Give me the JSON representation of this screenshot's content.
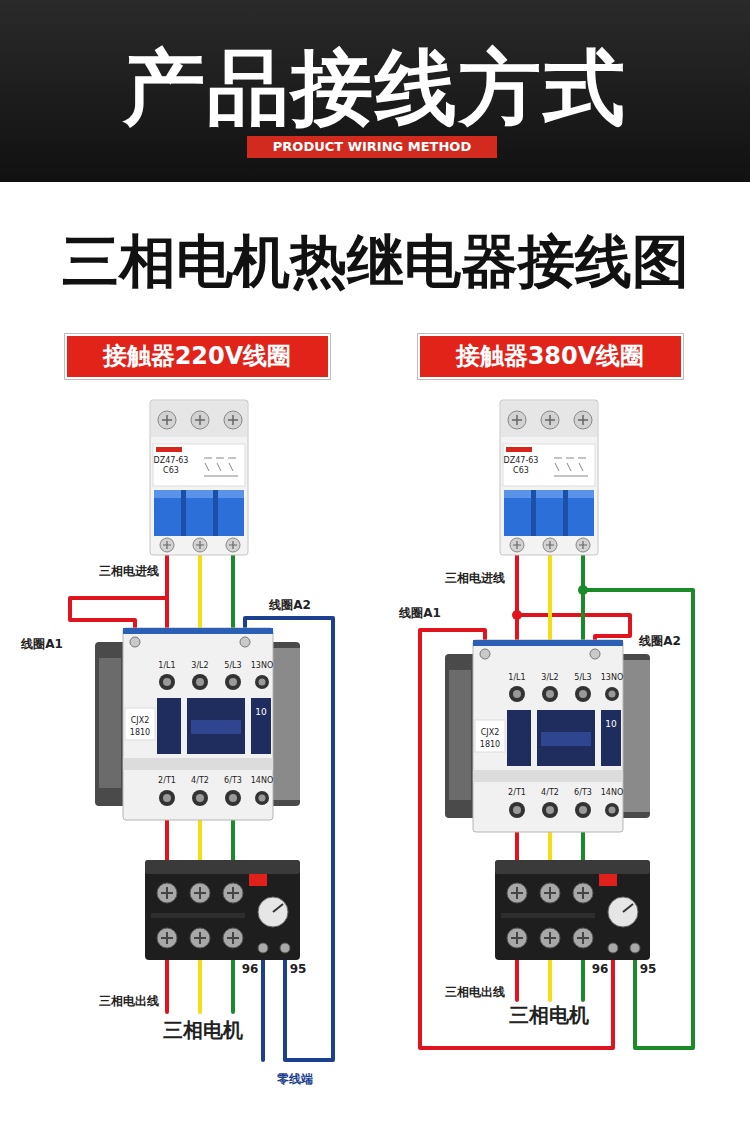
{
  "diagram": {
    "title": "产品接线方式",
    "nodes": [
      {
        "text": [
          "PRODUCT WIRING METHOD"
        ]
      },
      {
        "text": [
          "接触器220V线圈"
        ]
      },
      {
        "text": [
          "接触器380V线圈"
        ]
      }
    ],
    "labels": [
      "三相电机热继电器接线图",
      "三相电进线",
      "线圈A1",
      "线圈A2",
      "DZ47-63",
      "C63",
      "1/L1",
      "3/L2",
      "5/L3",
      "13NO",
      "CJX2",
      "1810",
      "10",
      "2/T1",
      "4/T2",
      "6/T3",
      "14NO",
      "96",
      "95",
      "三相电出线",
      "三相电机",
      "零线端",
      "三相电进线",
      "线圈A1",
      "线圈A2",
      "DZ47-63",
      "C63",
      "1/L1",
      "3/L2",
      "5/L3",
      "13NO",
      "CJX2",
      "1810",
      "10",
      "2/T1",
      "4/T2",
      "6/T3",
      "14NO",
      "96",
      "95",
      "三相电出线",
      "三相电机"
    ]
  }
}
